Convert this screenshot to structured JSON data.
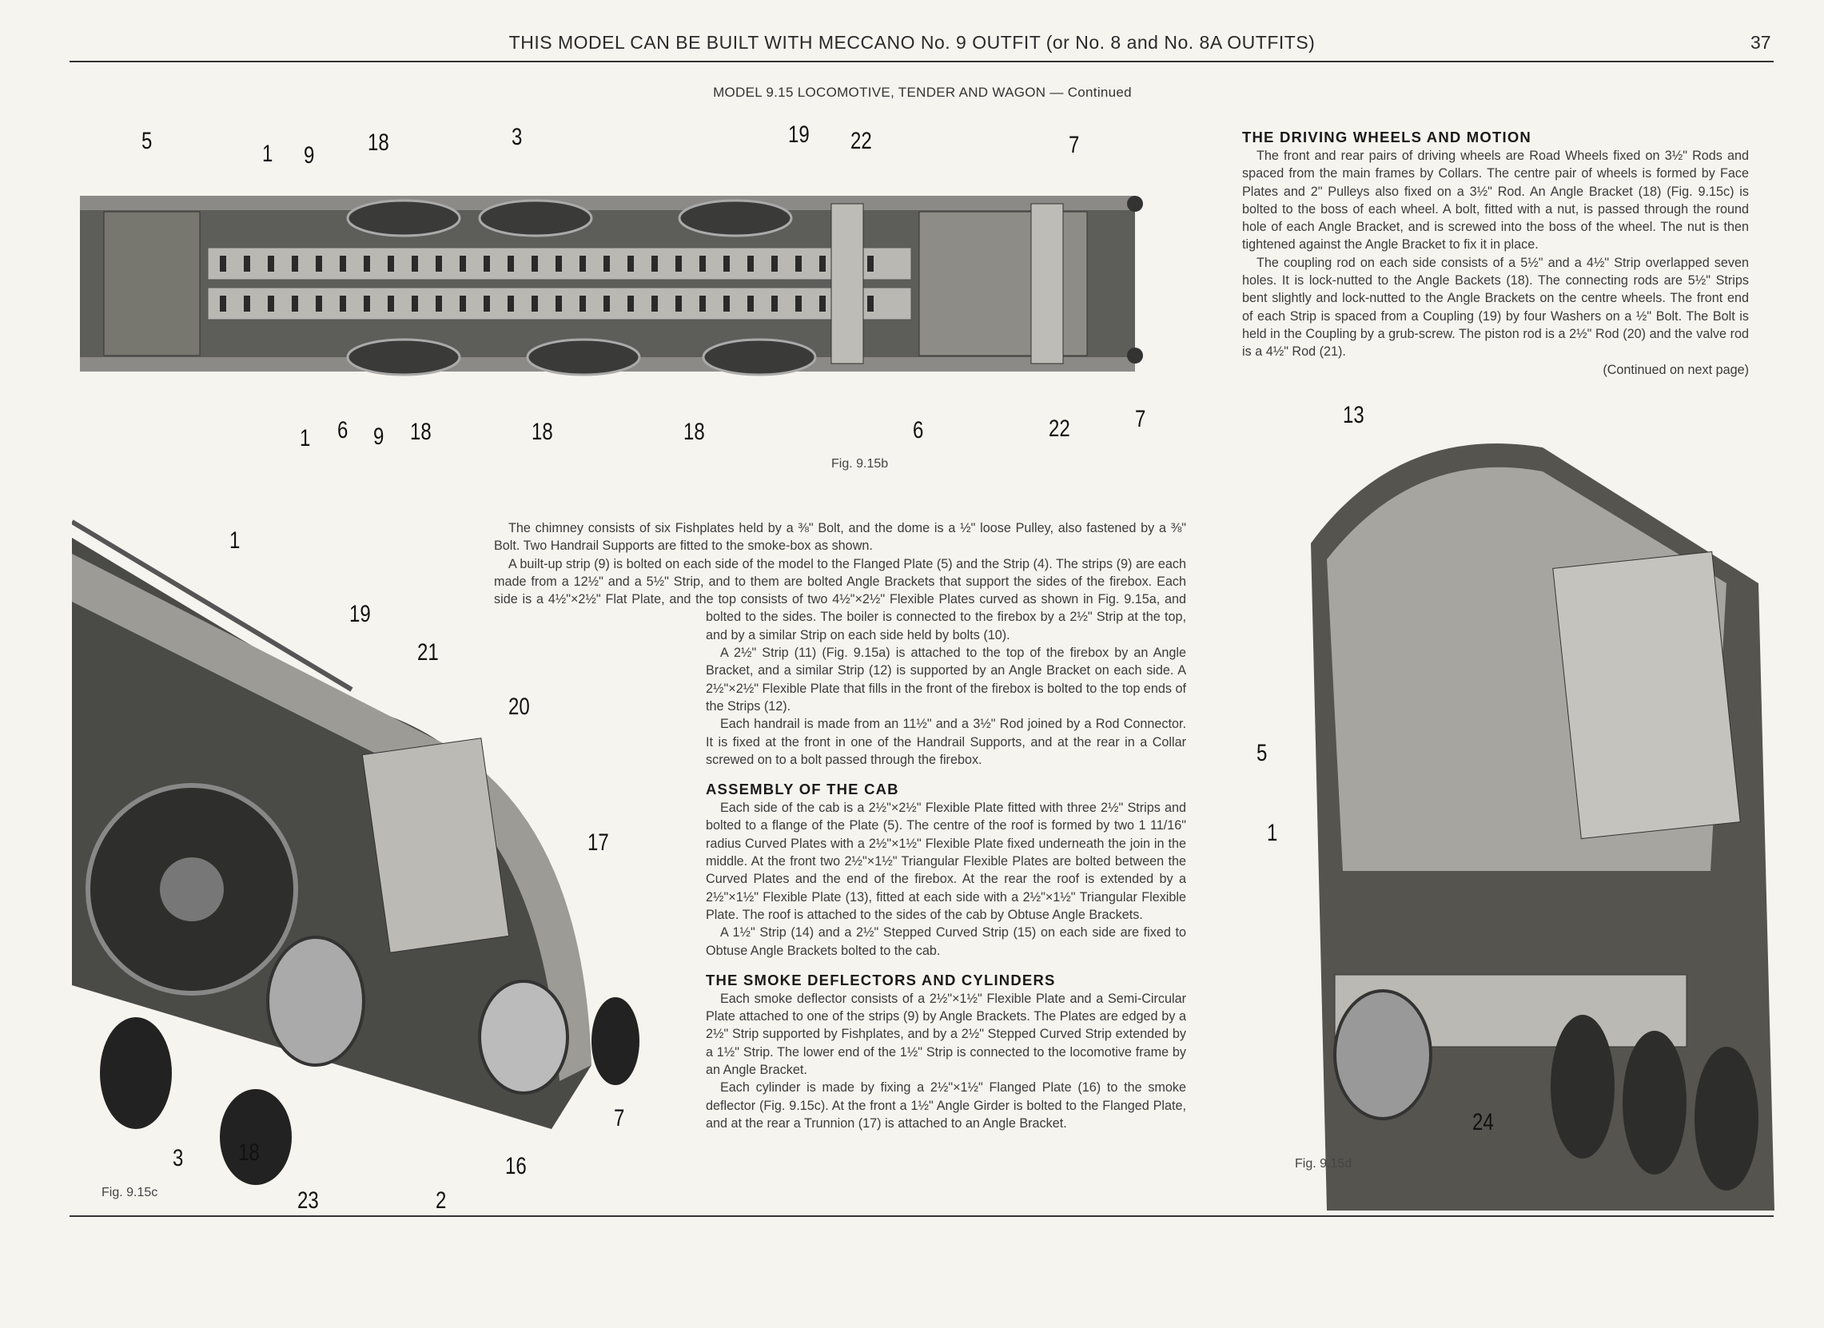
{
  "header": {
    "title": "THIS MODEL CAN BE BUILT WITH MECCANO No. 9 OUTFIT (or No. 8 and No. 8A OUTFITS)",
    "page_number": "37"
  },
  "subtitle": "MODEL 9.15  LOCOMOTIVE, TENDER AND WAGON — Continued",
  "figures": {
    "fig_b": {
      "caption": "Fig. 9.15b",
      "callouts_top": [
        "5",
        "1",
        "9",
        "18",
        "3",
        "19",
        "22",
        "7"
      ],
      "callouts_bottom": [
        "1",
        "6",
        "9",
        "18",
        "18",
        "18",
        "6",
        "22",
        "7"
      ]
    },
    "fig_c": {
      "caption": "Fig. 9.15c",
      "callouts": [
        "1",
        "19",
        "21",
        "20",
        "17",
        "7",
        "3",
        "18",
        "16",
        "23",
        "2"
      ]
    },
    "fig_d": {
      "caption": "Fig. 9.15d",
      "callouts": [
        "13",
        "5",
        "1",
        "24"
      ]
    }
  },
  "center_column": {
    "paragraphs": [
      "The chimney consists of six Fishplates held by a ⅜\" Bolt, and the dome is a ½\" loose Pulley, also fastened by a ⅜\" Bolt. Two Handrail Supports are fitted to the smoke-box as shown.",
      "A built-up strip (9) is bolted on each side of the model to the Flanged Plate (5) and the Strip (4). The strips (9) are each made from a 12½\" and a 5½\" Strip, and to them are bolted Angle Brackets that support the sides of the firebox. Each side is a 4½\"×2½\" Flat Plate, and the top consists of two 4½\"×2½\" Flexible Plates curved as shown in Fig. 9.15a, and bolted to the sides. The boiler is connected to the firebox by a 2½\" Strip at the top, and by a similar Strip on each side held by bolts (10).",
      "A 2½\" Strip (11) (Fig. 9.15a) is attached to the top of the firebox by an Angle Bracket, and a similar Strip (12) is supported by an Angle Bracket on each side. A 2½\"×2½\" Flexible Plate that fills in the front of the firebox is bolted to the top ends of the Strips (12).",
      "Each handrail is made from an 11½\" and a 3½\" Rod joined by a Rod Connector. It is fixed at the front in one of the Handrail Supports, and at the rear in a Collar screwed on to a bolt passed through the firebox."
    ],
    "cab_heading": "ASSEMBLY OF THE CAB",
    "cab_paragraphs": [
      "Each side of the cab is a 2½\"×2½\" Flexible Plate fitted with three 2½\" Strips and bolted to a flange of the Plate (5). The centre of the roof is formed by two 1 11/16\" radius Curved Plates with a 2½\"×1½\" Flexible Plate fixed underneath the join in the middle. At the front two 2½\"×1½\" Triangular Flexible Plates are bolted between the Curved Plates and the end of the firebox. At the rear the roof is extended by a 2½\"×1½\" Flexible Plate (13), fitted at each side with a 2½\"×1½\" Triangular Flexible Plate. The roof is attached to the sides of the cab by Obtuse Angle Brackets.",
      "A 1½\" Strip (14) and a 2½\" Stepped Curved Strip (15) on each side are fixed to Obtuse Angle Brackets bolted to the cab."
    ],
    "smoke_heading": "THE SMOKE DEFLECTORS AND CYLINDERS",
    "smoke_paragraphs": [
      "Each smoke deflector consists of a 2½\"×1½\" Flexible Plate and a Semi-Circular Plate attached to one of the strips (9) by Angle Brackets. The Plates are edged by a 2½\" Strip supported by Fishplates, and by a 2½\" Stepped Curved Strip extended by a 1½\" Strip. The lower end of the 1½\" Strip is connected to the locomotive frame by an Angle Bracket.",
      "Each cylinder is made by fixing a 2½\"×1½\" Flanged Plate (16) to the smoke deflector (Fig. 9.15c). At the front a 1½\" Angle Girder is bolted to the Flanged Plate, and at the rear a Trunnion (17) is attached to an Angle Bracket."
    ]
  },
  "right_column": {
    "heading": "THE DRIVING WHEELS AND MOTION",
    "paragraphs": [
      "The front and rear pairs of driving wheels are Road Wheels fixed on 3½\" Rods and spaced from the main frames by Collars. The centre pair of wheels is formed by Face Plates and 2\" Pulleys also fixed on a 3½\" Rod. An Angle Bracket (18) (Fig. 9.15c) is bolted to the boss of each wheel. A bolt, fitted with a nut, is passed through the round hole of each Angle Bracket, and is screwed into the boss of the wheel. The nut is then tightened against the Angle Bracket to fix it in place.",
      "The coupling rod on each side consists of a 5½\" and a 4½\" Strip overlapped seven holes. It is lock-nutted to the Angle Backets (18). The connecting rods are 5½\" Strips bent slightly and lock-nutted to the Angle Brackets on the centre wheels. The front end of each Strip is spaced from a Coupling (19) by four Washers on a ½\" Bolt. The Bolt is held in the Coupling by a grub-screw. The piston rod is a 2½\" Rod (20) and the valve rod is a 4½\" Rod (21)."
    ],
    "continued": "(Continued on next page)"
  }
}
